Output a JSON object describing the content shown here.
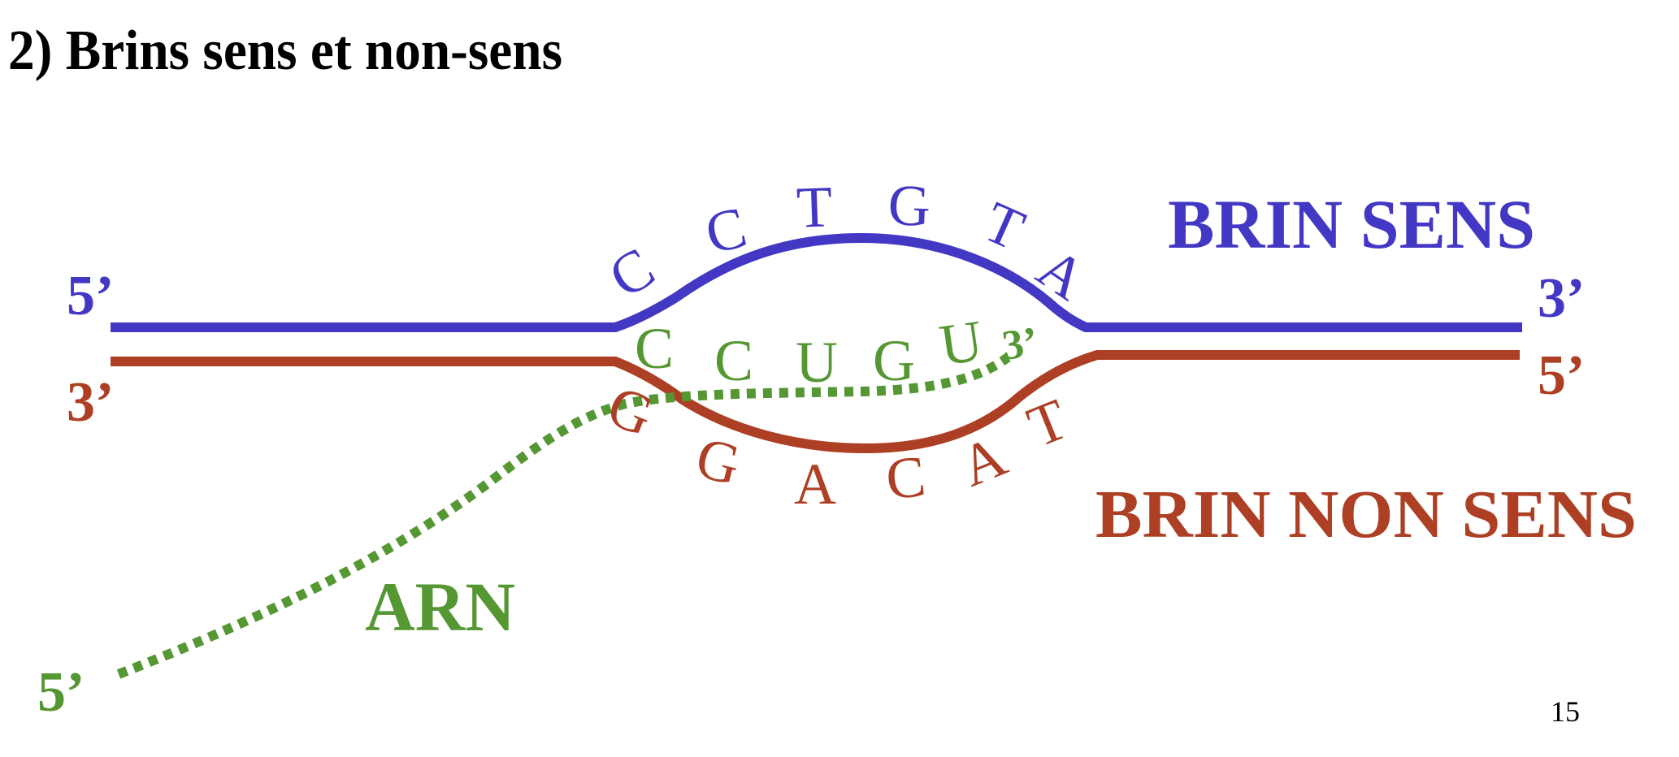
{
  "slide": {
    "title": "2) Brins sens et non-sens",
    "page_number": "15"
  },
  "colors": {
    "sense": "#4338C4",
    "antisense": "#AD3F24",
    "rna": "#559733",
    "text": "#000000"
  },
  "sense_strand": {
    "label": "BRIN SENS",
    "left_end": "5’",
    "right_end": "3’",
    "bases": [
      "C",
      "C",
      "T",
      "G",
      "T",
      "A"
    ]
  },
  "antisense_strand": {
    "label": "BRIN NON SENS",
    "left_end": "3’",
    "right_end": "5’",
    "bases": [
      "G",
      "G",
      "A",
      "C",
      "A",
      "T"
    ]
  },
  "rna": {
    "label": "ARN",
    "start_end": "5’",
    "growing_end": "3’",
    "bases": [
      "C",
      "C",
      "U",
      "G",
      "U"
    ]
  }
}
